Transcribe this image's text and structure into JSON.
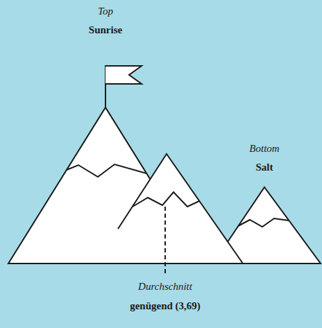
{
  "diagram": {
    "labels": [
      "Top",
      "Sunrise",
      "Bottom",
      "Salt",
      "Durchschnitt",
      "genügend (3,69)"
    ]
  }
}
